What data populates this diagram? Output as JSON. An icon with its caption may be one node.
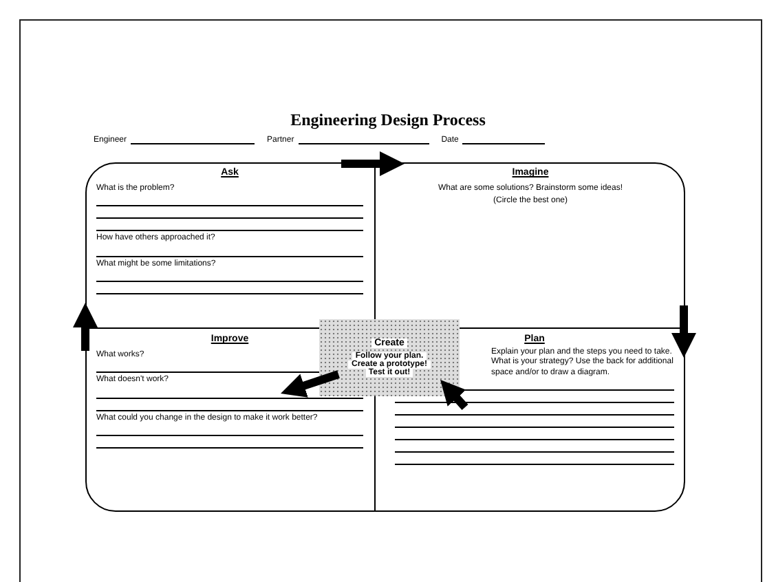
{
  "diagram": {
    "title": "Engineering Design Process",
    "nodes": [
      {
        "text": [
          "Ask",
          "What is the problem?",
          "How have others approached it?",
          "What might be some limitations?"
        ]
      },
      {
        "text": [
          "Imagine",
          "What are some solutions? Brainstorm some ideas!",
          "(Circle the best one)"
        ]
      },
      {
        "text": [
          "Plan",
          "Explain your plan and the steps you need to take. What is your strategy? Use the back for additional space and/or to draw a diagram."
        ]
      },
      {
        "text": [
          "Create",
          "Follow your plan.",
          "Create a prototype!",
          "Test it out!"
        ]
      },
      {
        "text": [
          "Improve",
          "What works?",
          "What doesn't work?",
          "What could you change in the design to make it work better?"
        ]
      }
    ],
    "edges": [
      {
        "from": 0,
        "to": 1,
        "arrow": "to"
      },
      {
        "from": 1,
        "to": 2,
        "arrow": "to"
      },
      {
        "from": 2,
        "to": 3,
        "arrow": "to"
      },
      {
        "from": 3,
        "to": 4,
        "arrow": "to"
      },
      {
        "from": 4,
        "to": 0,
        "arrow": "to"
      }
    ],
    "labels": [
      "Engineer",
      "Partner",
      "Date"
    ]
  }
}
